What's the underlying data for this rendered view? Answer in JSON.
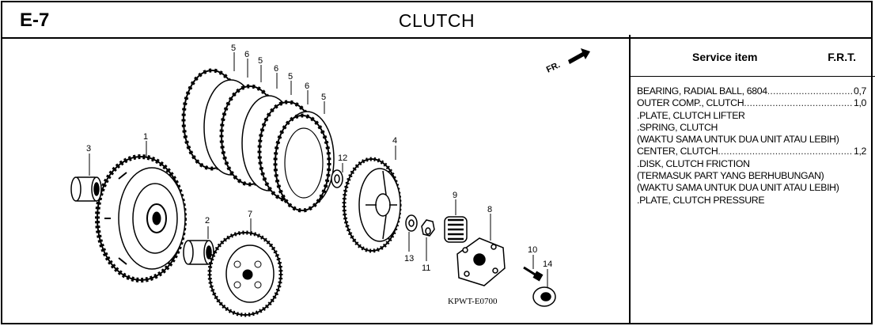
{
  "header": {
    "page_code": "E-7",
    "title": "CLUTCH"
  },
  "panel": {
    "col_item": "Service item",
    "col_frt": "F.R.T.",
    "items": [
      {
        "label": "BEARING, RADIAL BALL, 6804",
        "frt": "0,7"
      },
      {
        "label": "OUTER COMP., CLUTCH",
        "frt": "1,0"
      },
      {
        "label": ".PLATE, CLUTCH LIFTER",
        "frt": ""
      },
      {
        "label": ".SPRING, CLUTCH",
        "frt": ""
      },
      {
        "label": "(WAKTU SAMA UNTUK DUA UNIT ATAU LEBIH)",
        "frt": ""
      },
      {
        "label": "CENTER, CLUTCH",
        "frt": "1,2"
      },
      {
        "label": ".DISK, CLUTCH FRICTION",
        "frt": ""
      },
      {
        "label": "(TERMASUK PART YANG BERHUBUNGAN)",
        "frt": ""
      },
      {
        "label": "(WAKTU SAMA UNTUK DUA UNIT ATAU LEBIH)",
        "frt": ""
      },
      {
        "label": ".PLATE, CLUTCH PRESSURE",
        "frt": ""
      }
    ]
  },
  "diagram": {
    "direction_label": "FR.",
    "model_code": "KPWT-E0700",
    "callouts": {
      "p1": "1",
      "p2": "2",
      "p3": "3",
      "p4": "4",
      "p5a": "5",
      "p5b": "5",
      "p5c": "5",
      "p5d": "5",
      "p6a": "6",
      "p6b": "6",
      "p6c": "6",
      "p7": "7",
      "p8": "8",
      "p9": "9",
      "p10": "10",
      "p11": "11",
      "p12": "12",
      "p13": "13",
      "p14": "14"
    }
  }
}
